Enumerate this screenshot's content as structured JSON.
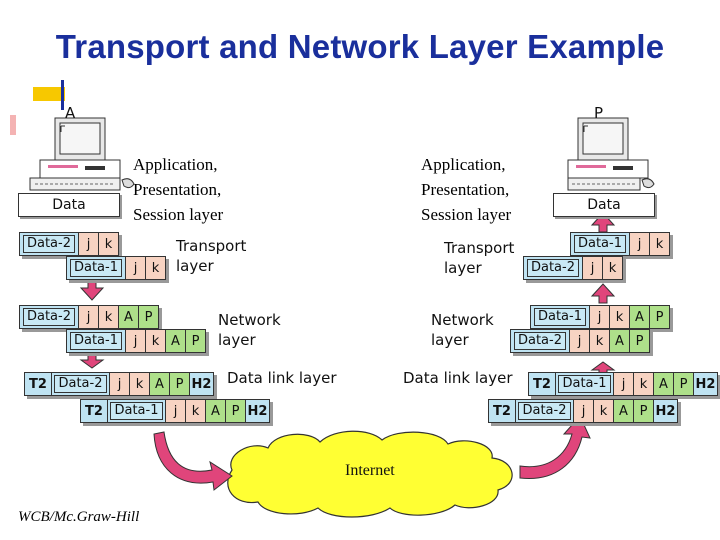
{
  "title": "Transport and Network Layer Example",
  "credit": "WCB/Mc.Graw-Hill",
  "left": {
    "node": "A",
    "data": "Data",
    "upper_layers": [
      "Application,",
      "Presentation,",
      "Session layer"
    ],
    "transport_label": [
      "Transport",
      "layer"
    ],
    "network_label": [
      "Network",
      "layer"
    ],
    "datalink_label": "Data link layer",
    "transport_rows": [
      [
        "Data-2",
        "j",
        "k"
      ],
      [
        "Data-1",
        "j",
        "k"
      ]
    ],
    "network_rows": [
      [
        "Data-2",
        "j",
        "k",
        "A",
        "P"
      ],
      [
        "Data-1",
        "j",
        "k",
        "A",
        "P"
      ]
    ],
    "datalink_rows": [
      [
        "T2",
        "Data-2",
        "j",
        "k",
        "A",
        "P",
        "H2"
      ],
      [
        "T2",
        "Data-1",
        "j",
        "k",
        "A",
        "P",
        "H2"
      ]
    ]
  },
  "right": {
    "node": "P",
    "data": "Data",
    "upper_layers": [
      "Application,",
      "Presentation,",
      "Session layer"
    ],
    "transport_label": [
      "Transport",
      "layer"
    ],
    "network_label": [
      "Network",
      "layer"
    ],
    "datalink_label": "Data link layer",
    "transport_rows": [
      [
        "Data-1",
        "j",
        "k"
      ],
      [
        "Data-2",
        "j",
        "k"
      ]
    ],
    "network_rows": [
      [
        "Data-1",
        "j",
        "k",
        "A",
        "P"
      ],
      [
        "Data-2",
        "j",
        "k",
        "A",
        "P"
      ]
    ],
    "datalink_rows": [
      [
        "T2",
        "Data-1",
        "j",
        "k",
        "A",
        "P",
        "H2"
      ],
      [
        "T2",
        "Data-2",
        "j",
        "k",
        "A",
        "P",
        "H2"
      ]
    ]
  },
  "cloud_label": "Internet",
  "colors": {
    "title": "#1a2f9c",
    "data_cell": "#bfe3f2",
    "transport_header": "#f7d3c2",
    "network_header": "#aee08a",
    "cloud": "#ffff33",
    "arrow": "#e0457b"
  }
}
